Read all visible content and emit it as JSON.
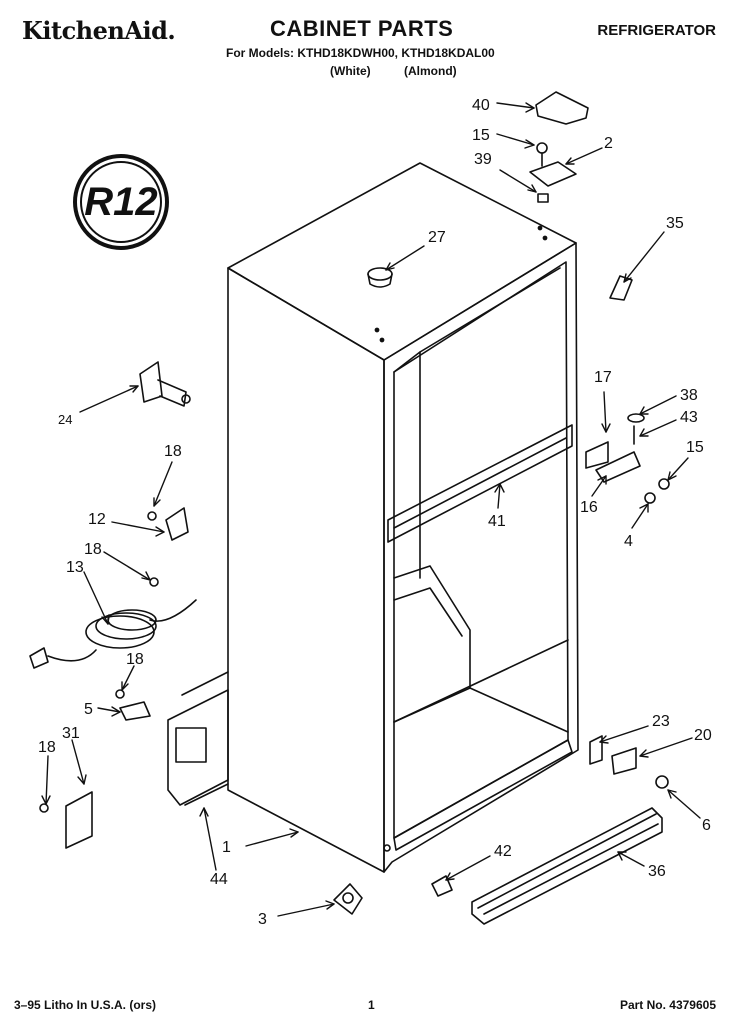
{
  "header": {
    "brand": "KitchenAid.",
    "title": "CABINET PARTS",
    "appliance": "REFRIGERATOR",
    "models_line": "For Models: KTHD18KDWH00, KTHD18KDAL00",
    "colors_line": "(White) (Almond)"
  },
  "badge": {
    "text": "R12"
  },
  "callouts": {
    "c40": "40",
    "c15a": "15",
    "c2": "2",
    "c39": "39",
    "c35": "35",
    "c27": "27",
    "c24": "24",
    "c18a": "18",
    "c12": "12",
    "c18b": "18",
    "c13": "13",
    "c18c": "18",
    "c5": "5",
    "c18d": "18",
    "c31": "31",
    "c17": "17",
    "c38": "38",
    "c43": "43",
    "c15b": "15",
    "c16": "16",
    "c4": "4",
    "c41": "41",
    "c23": "23",
    "c20": "20",
    "c6": "6",
    "c42": "42",
    "c36": "36",
    "c1": "1",
    "c44": "44",
    "c3": "3"
  },
  "footer": {
    "litho": "3–95 Litho In U.S.A. (ors)",
    "page": "1",
    "part_no": "Part No. 4379605"
  }
}
